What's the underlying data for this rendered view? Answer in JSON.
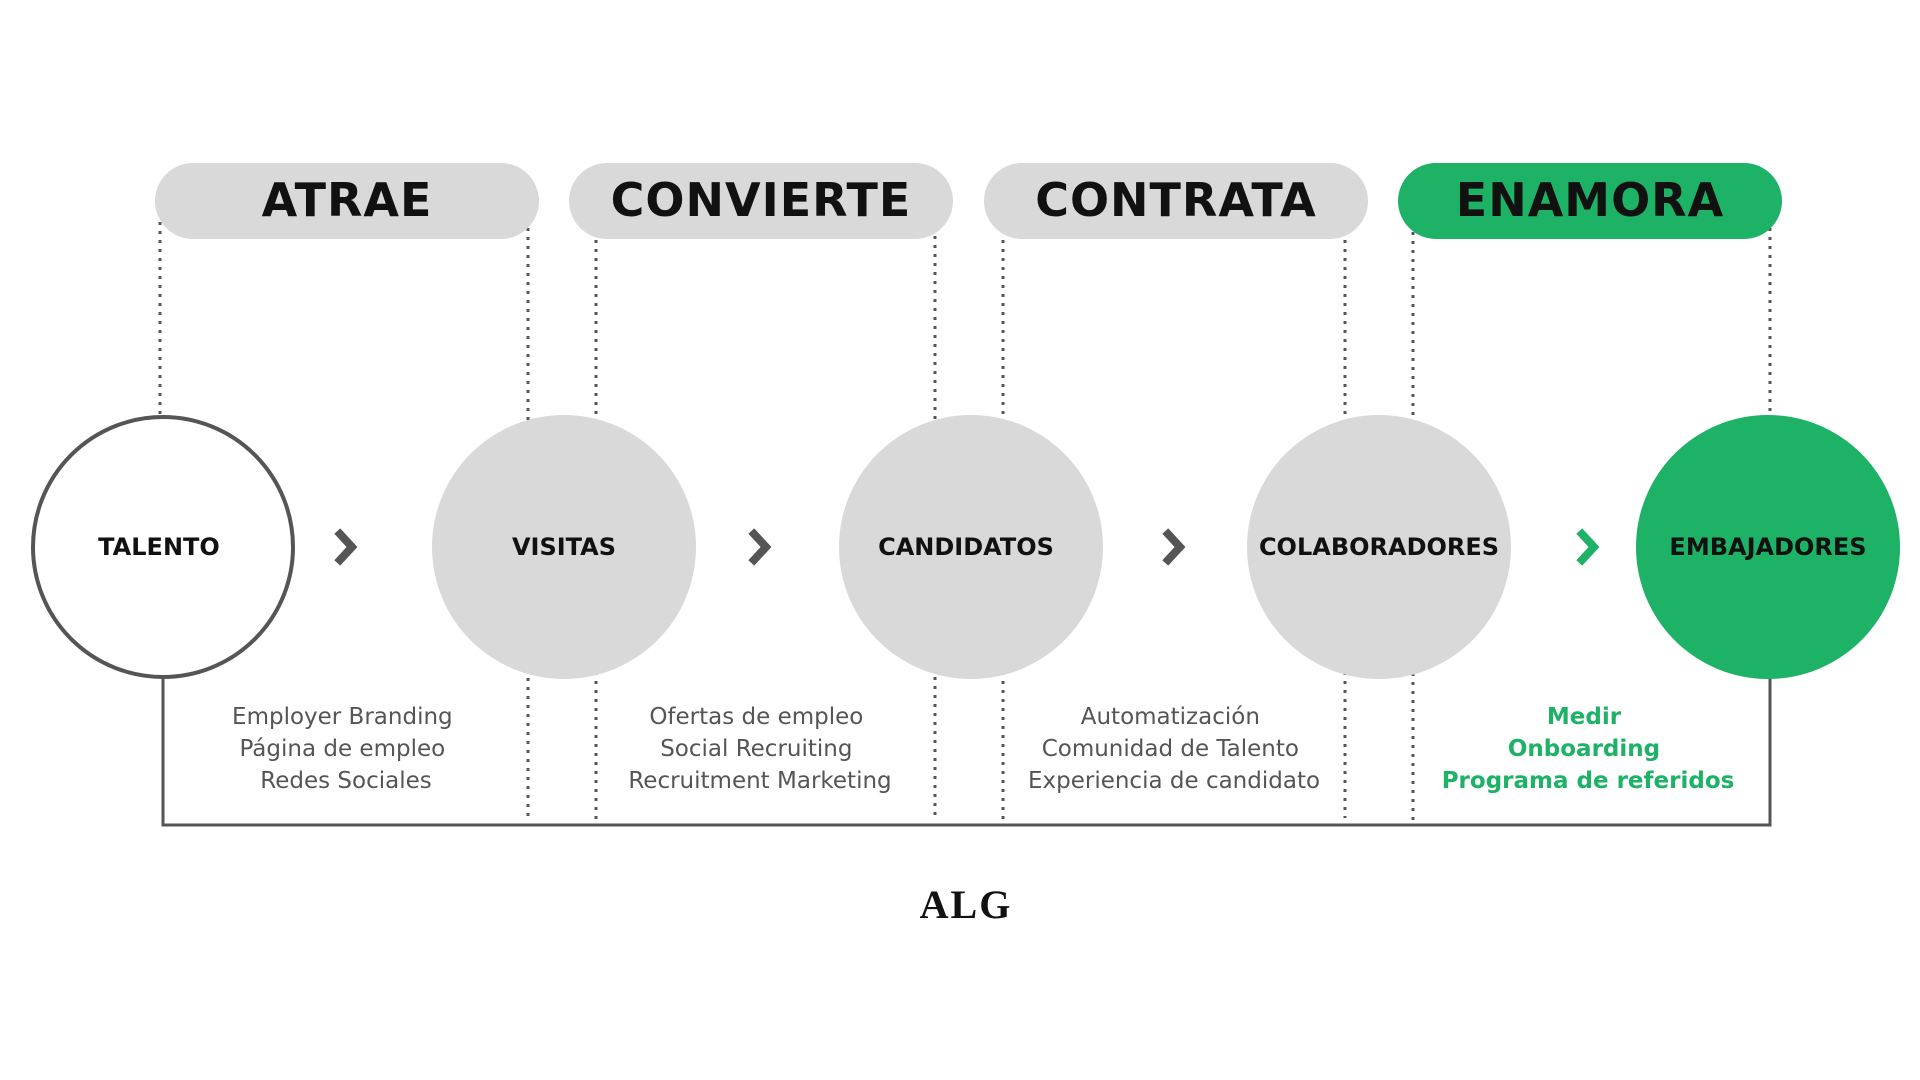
{
  "stages": [
    {
      "label": "ATRAE",
      "highlight": false
    },
    {
      "label": "CONVIERTE",
      "highlight": false
    },
    {
      "label": "CONTRATA",
      "highlight": false
    },
    {
      "label": "ENAMORA",
      "highlight": true
    }
  ],
  "nodes": [
    {
      "label": "TALENTO",
      "style": "outline"
    },
    {
      "label": "VISITAS",
      "style": "gray"
    },
    {
      "label": "CANDIDATOS",
      "style": "gray"
    },
    {
      "label": "COLABORADORES",
      "style": "gray"
    },
    {
      "label": "EMBAJADORES",
      "style": "green"
    }
  ],
  "descriptions": [
    {
      "lines": [
        "Employer Branding",
        "Página de empleo",
        "Redes Sociales"
      ],
      "highlight": false
    },
    {
      "lines": [
        "Ofertas de empleo",
        "Social Recruiting",
        "Recruitment Marketing"
      ],
      "highlight": false
    },
    {
      "lines": [
        "Automatización",
        "Comunidad de Talento",
        "Experiencia de candidato"
      ],
      "highlight": false
    },
    {
      "lines": [
        "Medir",
        "Onboarding",
        "Programa de referidos"
      ],
      "highlight": true
    }
  ],
  "arrows": [
    {
      "icon": "chevron-right-icon",
      "highlight": false
    },
    {
      "icon": "chevron-right-icon",
      "highlight": false
    },
    {
      "icon": "chevron-right-icon",
      "highlight": false
    },
    {
      "icon": "chevron-right-icon",
      "highlight": true
    }
  ],
  "logo": {
    "text": "ALG"
  },
  "colors": {
    "green": "#1db265",
    "gray": "#d9d9d9",
    "dark": "#111111",
    "line": "#555555",
    "desc_text": "#555555",
    "arrow": "#555555"
  }
}
